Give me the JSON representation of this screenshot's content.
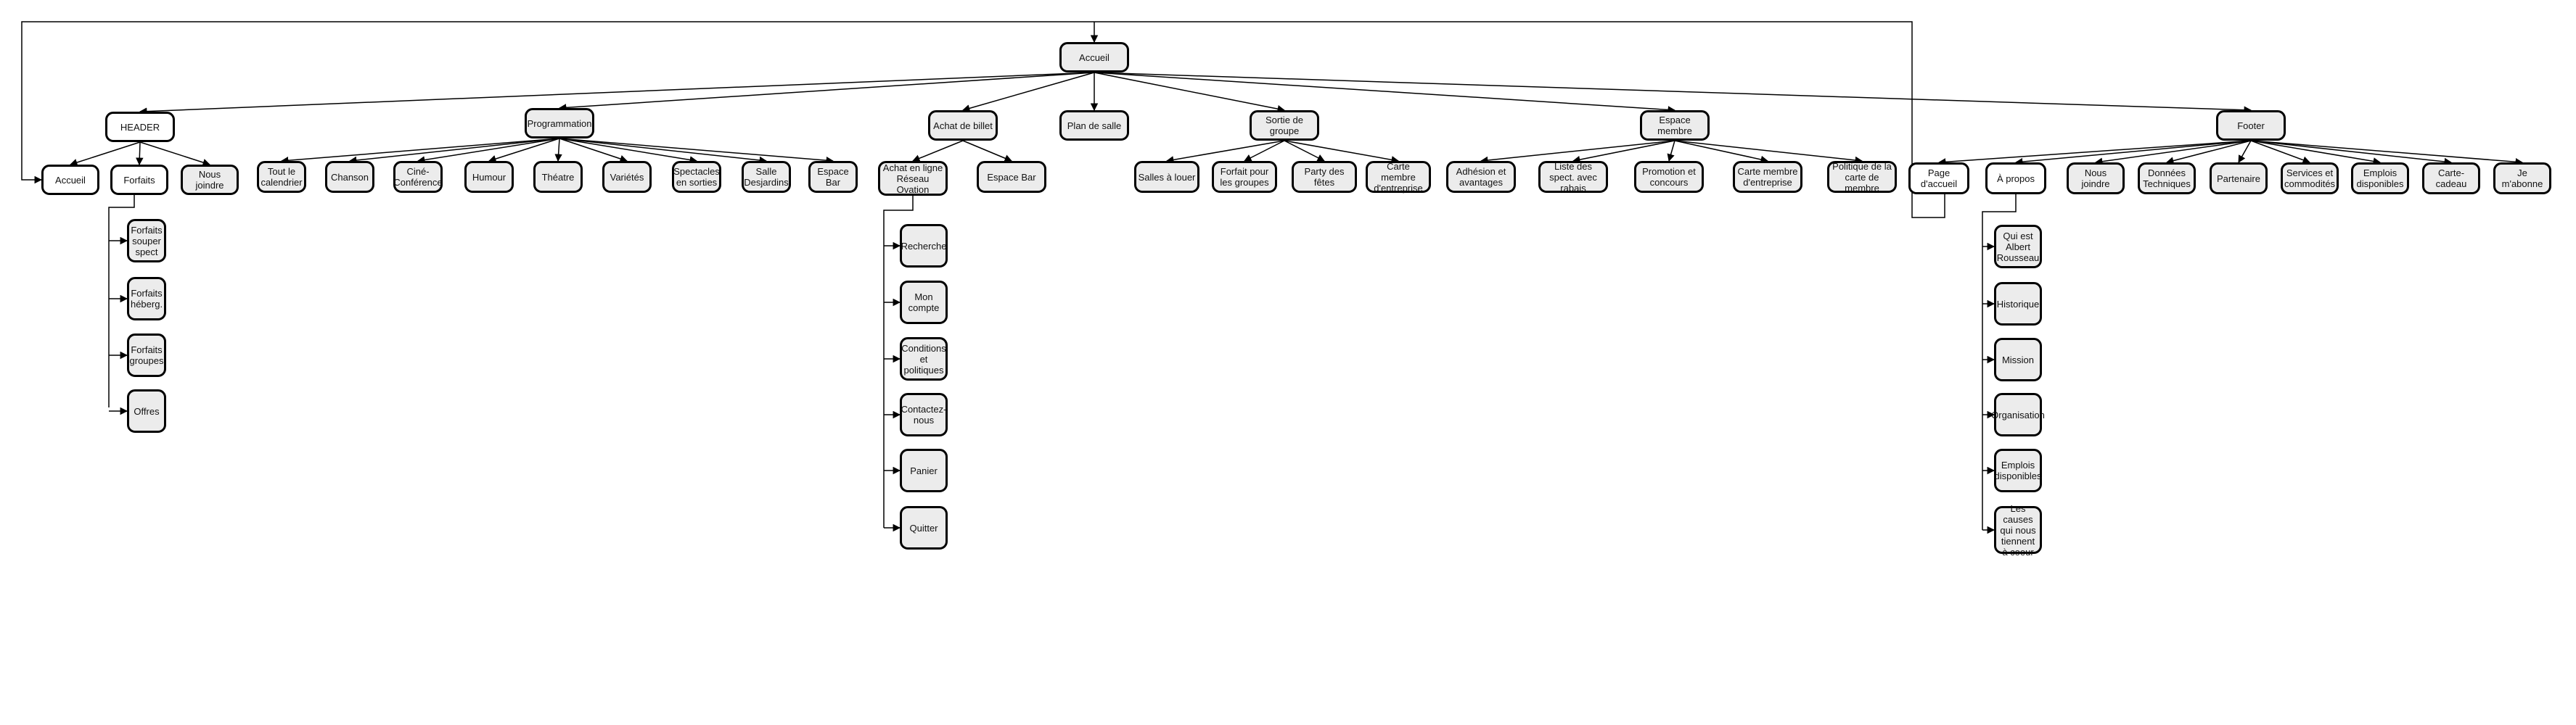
{
  "diagram": {
    "root": "Accueil",
    "level1": [
      {
        "id": "header",
        "label": "HEADER"
      },
      {
        "id": "programmation",
        "label": "Programmation"
      },
      {
        "id": "achat",
        "label": "Achat de billet"
      },
      {
        "id": "plan",
        "label": "Plan de salle"
      },
      {
        "id": "sortie",
        "label": "Sortie de groupe"
      },
      {
        "id": "espace",
        "label": "Espace membre"
      },
      {
        "id": "footer",
        "label": "Footer"
      }
    ],
    "header_children": [
      "Accueil",
      "Forfaits",
      "Nous joindre"
    ],
    "forfaits_children": [
      "Forfaits souper spect",
      "Forfaits héberg.",
      "Forfaits groupes",
      "Offres"
    ],
    "programmation_children": [
      "Tout le calendrier",
      "Chanson",
      "Ciné-Conférence",
      "Humour",
      "Théatre",
      "Variétés",
      "Spectacles en sorties",
      "Salle Desjardins",
      "Espace Bar"
    ],
    "achat_children": [
      "Achat en ligne Réseau Ovation",
      "Espace Bar"
    ],
    "reseau_children": [
      "Recherche",
      "Mon compte",
      "Conditions et politiques",
      "Contactez-nous",
      "Panier",
      "Quitter"
    ],
    "sortie_children": [
      "Salles à louer",
      "Forfait pour les groupes",
      "Party des fêtes",
      "Carte membre d'entreprise"
    ],
    "espace_children": [
      "Adhésion et avantages",
      "Liste des spect. avec rabais",
      "Promotion et concours",
      "Carte membre d'entreprise",
      "Politique de la carte de membre"
    ],
    "footer_children": [
      "Page d'accueil",
      "À propos",
      "Nous joindre",
      "Données Techniques",
      "Partenaire",
      "Services et commodités",
      "Emplois disponibles",
      "Carte-cadeau",
      "Je m'abonne"
    ],
    "apropos_children": [
      "Qui est Albert Rousseau",
      "Historique",
      "Mission",
      "Organisation",
      "Emplois disponibles",
      "Les causes qui nous tiennent à coeur"
    ]
  }
}
